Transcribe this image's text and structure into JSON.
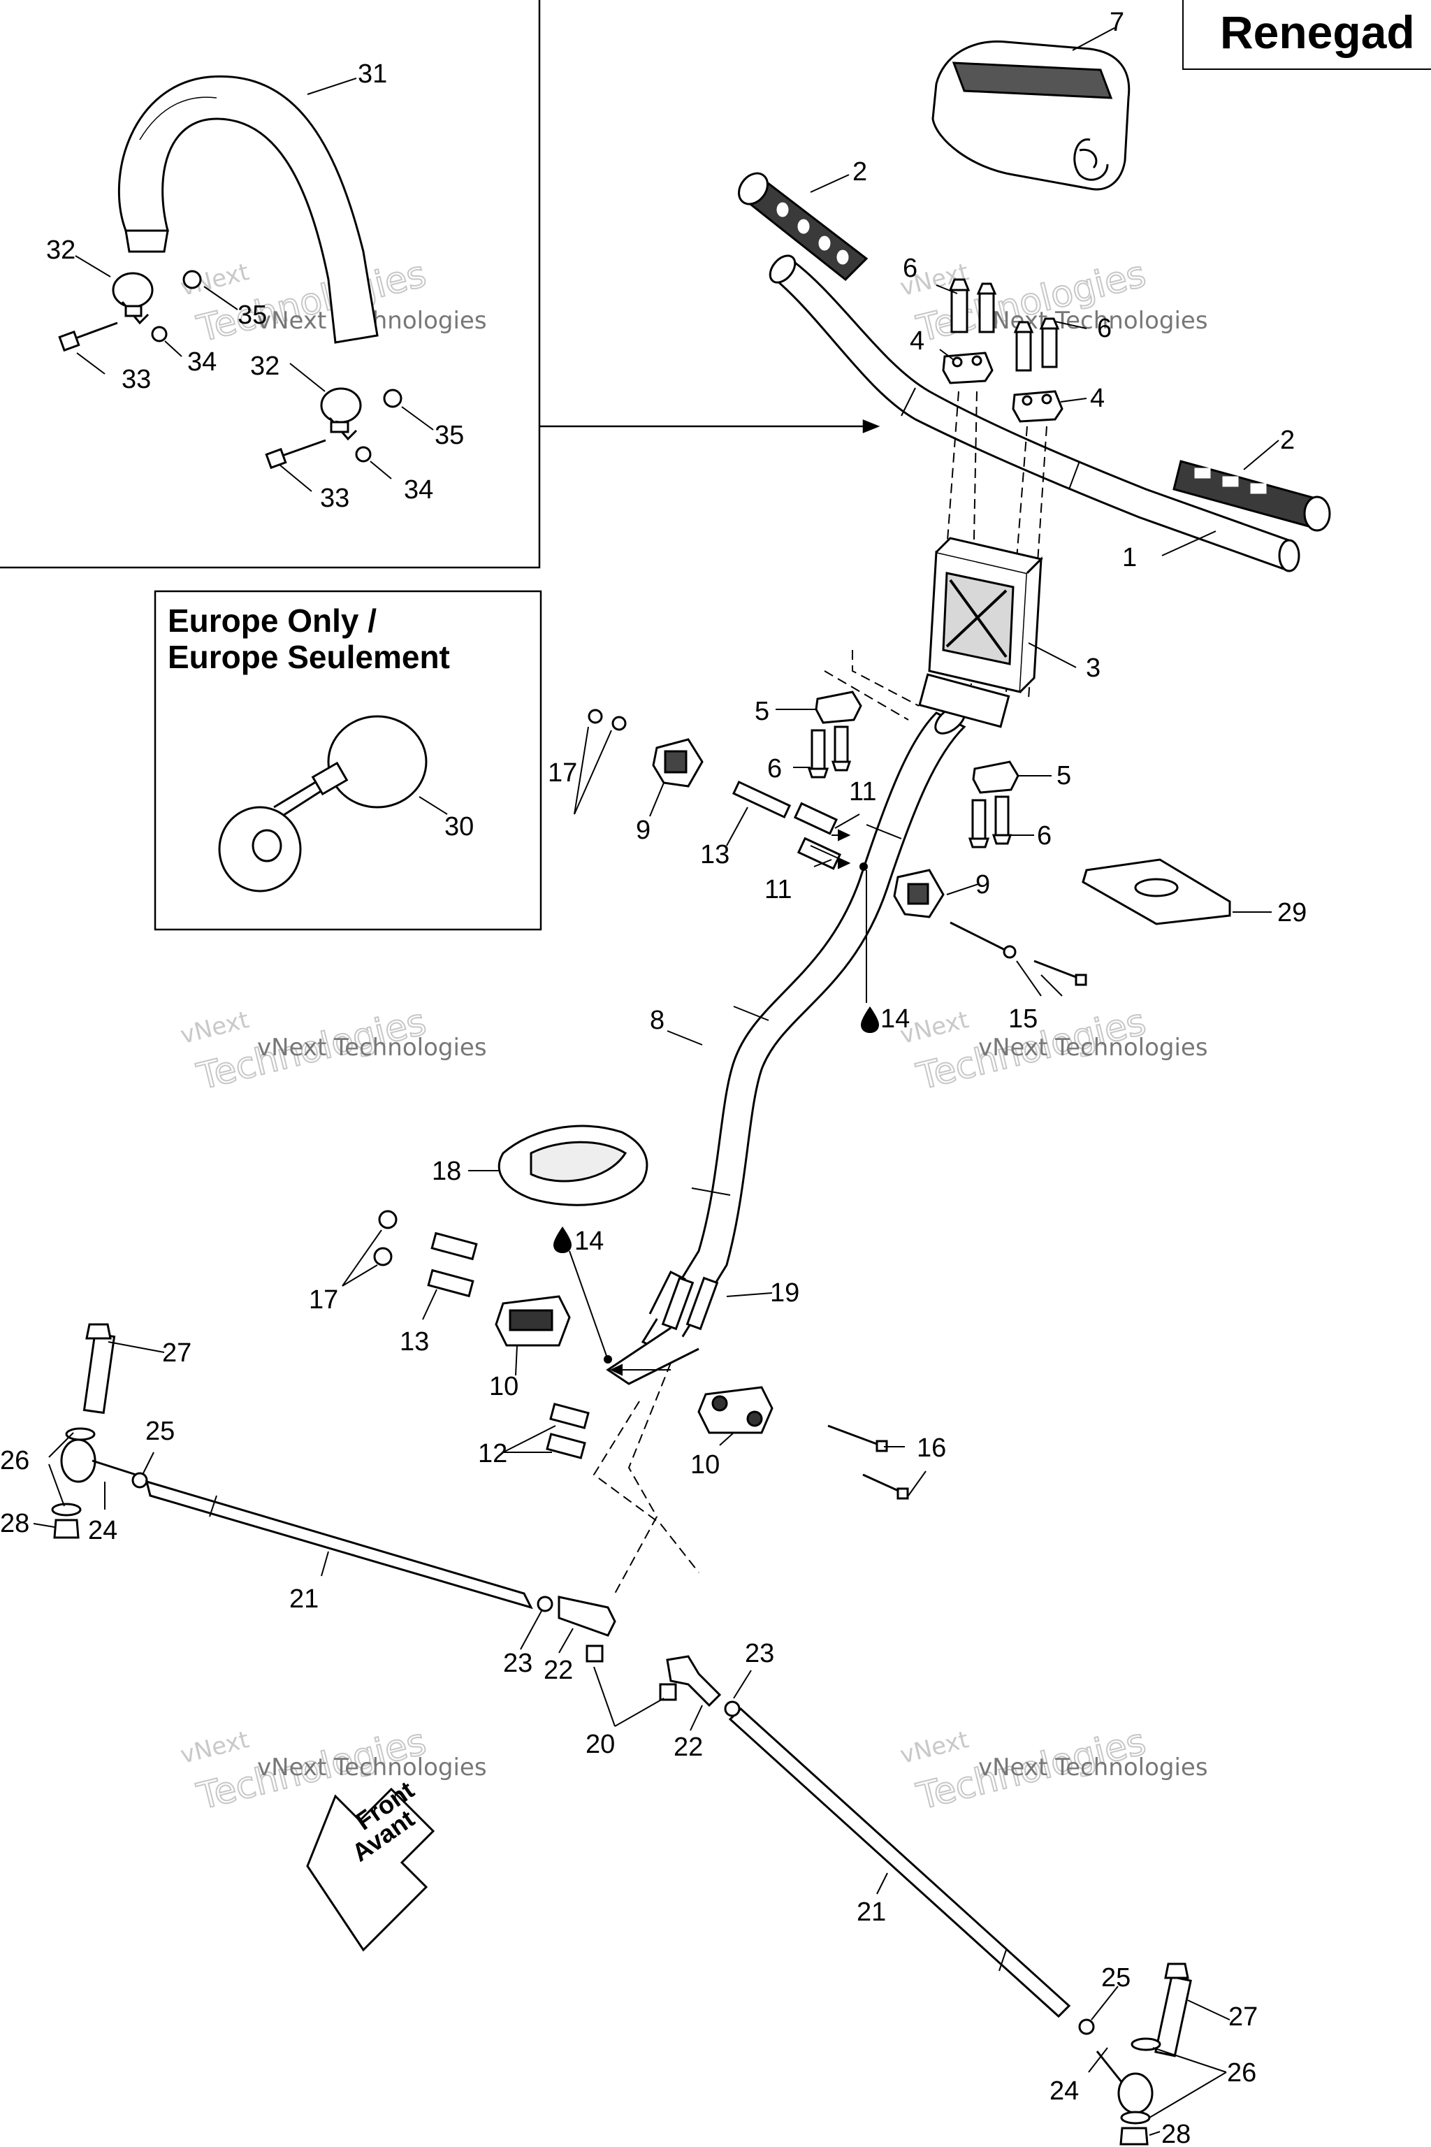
{
  "header": {
    "model_title": "Renegad"
  },
  "inset_europe": {
    "title_line1": "Europe Only /",
    "title_line2": "Europe Seulement"
  },
  "watermark": {
    "line1": "vNext Technologies",
    "line2": "Technologies",
    "line3": "vNext"
  },
  "front_arrow": {
    "line1": "Front",
    "line2": "Avant"
  },
  "callouts": {
    "c1": "1",
    "c2a": "2",
    "c2b": "2",
    "c3": "3",
    "c4a": "4",
    "c4b": "4",
    "c5a": "5",
    "c5b": "5",
    "c6a": "6",
    "c6b": "6",
    "c6c": "6",
    "c6d": "6",
    "c7": "7",
    "c8": "8",
    "c9a": "9",
    "c9b": "9",
    "c10a": "10",
    "c10b": "10",
    "c11a": "11",
    "c11b": "11",
    "c12": "12",
    "c13a": "13",
    "c13b": "13",
    "c14a": "14",
    "c14b": "14",
    "c15": "15",
    "c16": "16",
    "c17a": "17",
    "c17b": "17",
    "c18": "18",
    "c19": "19",
    "c20": "20",
    "c21a": "21",
    "c21b": "21",
    "c22a": "22",
    "c22b": "22",
    "c23a": "23",
    "c23b": "23",
    "c24a": "24",
    "c24b": "24",
    "c25a": "25",
    "c25b": "25",
    "c26a": "26",
    "c26b": "26",
    "c27a": "27",
    "c27b": "27",
    "c28a": "28",
    "c28b": "28",
    "c29": "29",
    "c30": "30",
    "c31": "31",
    "c32a": "32",
    "c32b": "32",
    "c33a": "33",
    "c33b": "33",
    "c34a": "34",
    "c34b": "34",
    "c35a": "35",
    "c35b": "35"
  },
  "colors": {
    "line": "#000000",
    "watermark": "#c9c9c9",
    "grip_fill": "#3a3a3a",
    "background": "#ffffff"
  }
}
